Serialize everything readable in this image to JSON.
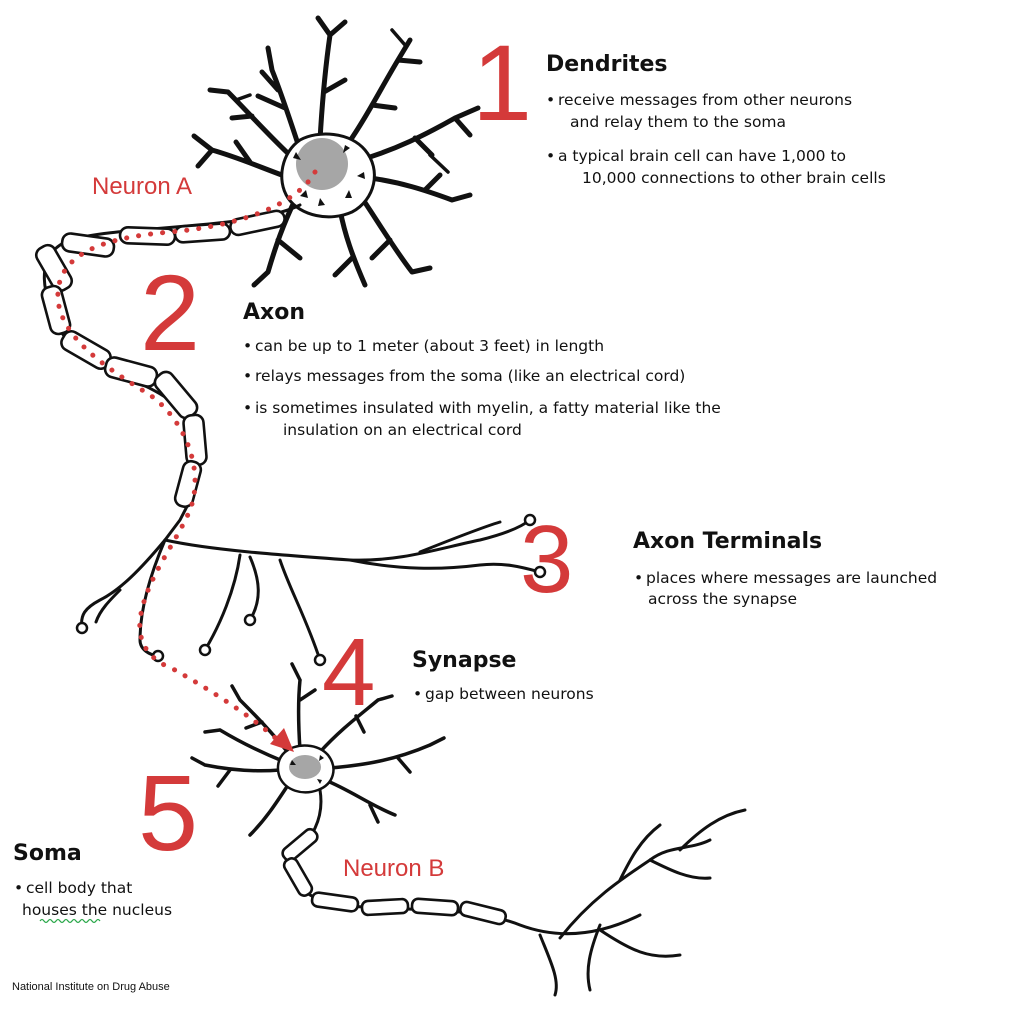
{
  "sections": [
    {
      "number": "1",
      "heading": "Dendrites",
      "bullets": [
        [
          "receive messages from other neurons",
          "and relay them to the soma"
        ],
        [
          "a typical brain cell can have 1,000 to",
          "10,000 connections to other brain cells"
        ]
      ]
    },
    {
      "number": "2",
      "heading": "Axon",
      "bullets": [
        [
          "can be up to 1 meter (about 3 feet) in length"
        ],
        [
          "relays messages from the soma (like an electrical cord)"
        ],
        [
          "is sometimes insulated with myelin, a fatty material like the",
          "insulation on an electrical cord"
        ]
      ]
    },
    {
      "number": "3",
      "heading": "Axon Terminals",
      "bullets": [
        [
          "places where messages are launched",
          "across the synapse"
        ]
      ]
    },
    {
      "number": "4",
      "heading": "Synapse",
      "bullets": [
        [
          "gap between neurons"
        ]
      ]
    },
    {
      "number": "5",
      "heading": "Soma",
      "bullets": [
        [
          "cell body that",
          "houses the nucleus"
        ]
      ]
    }
  ],
  "labels": {
    "neuron_a": "Neuron A",
    "neuron_b": "Neuron B"
  },
  "credit": "National Institute on Drug Abuse",
  "colors": {
    "accent_red": "#d43a3a",
    "nucleus_gray": "#a6a6a6",
    "outline": "#111111"
  }
}
